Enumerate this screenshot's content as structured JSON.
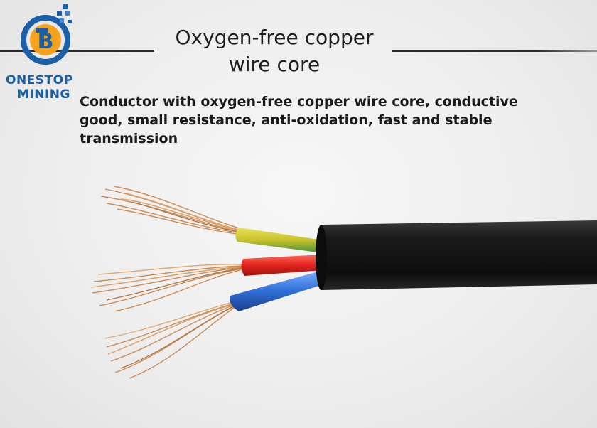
{
  "brand": {
    "line1": "ONESTOP",
    "line2": "MINING",
    "logo_icon": "bitcoin-ring-logo-icon",
    "color": "#1a5fa8",
    "accent": "#f4a21c"
  },
  "heading": {
    "line1": "Oxygen-free copper",
    "line2": "wire core"
  },
  "description": "Conductor with oxygen-free copper wire core, conductive good, small resistance, anti-oxidation, fast and stable transmission",
  "product_image": {
    "icon": "three-core-copper-cable-image",
    "colors": {
      "jacket": "#141414",
      "core_yellow_green": "#d8cf3a",
      "core_red": "#e0231d",
      "core_blue": "#2f6fd6",
      "copper": "#c98850"
    }
  }
}
